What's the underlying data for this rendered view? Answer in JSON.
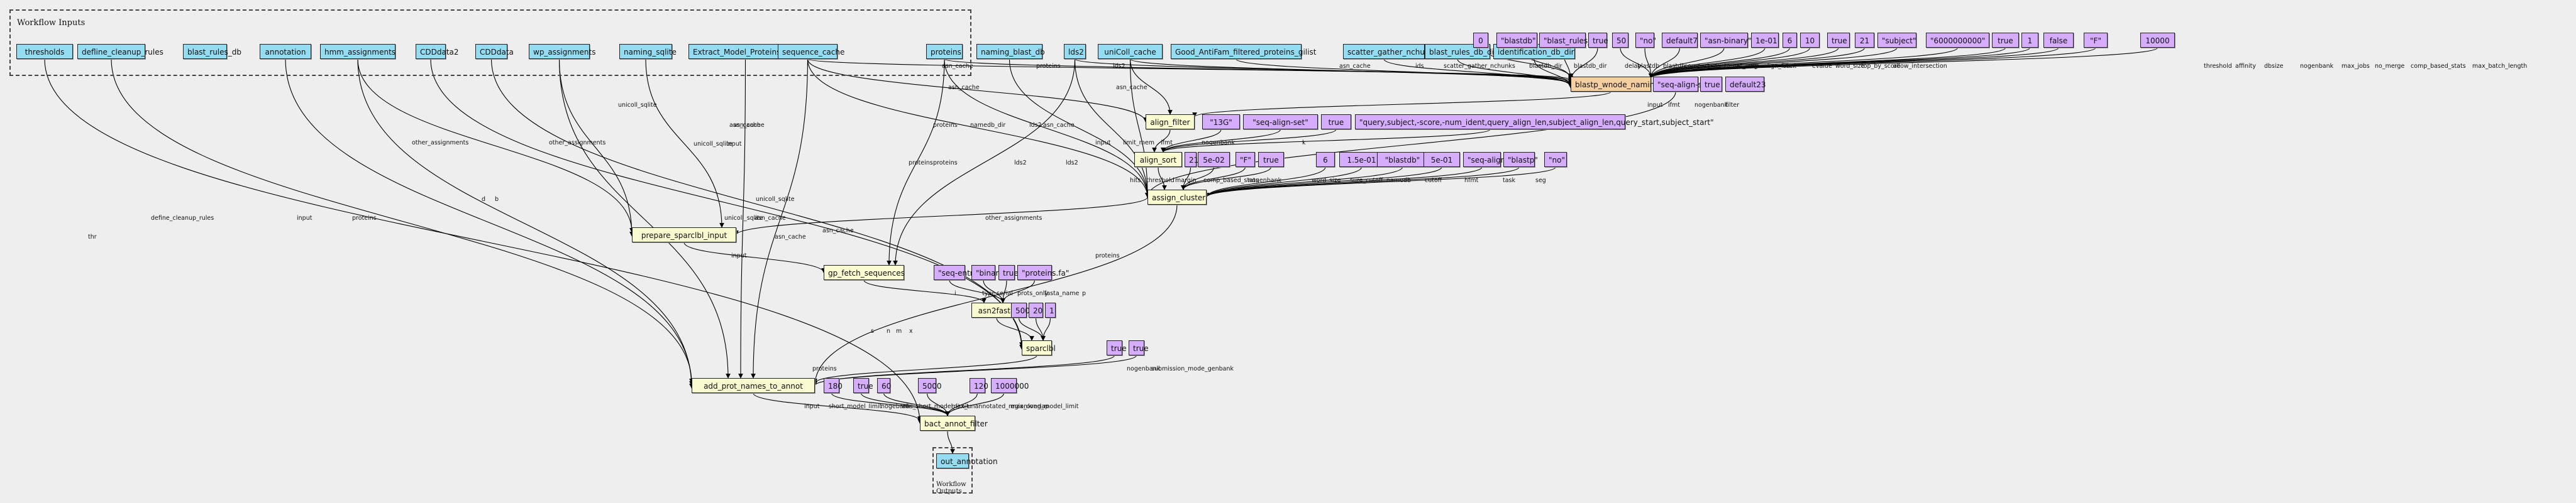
{
  "clusters": {
    "inputs_title": "Workflow Inputs",
    "outputs_title": "Workflow Outputs"
  },
  "workflow_inputs": [
    "thresholds",
    "defline_cleanup_rules",
    "blast_rules_db",
    "annotation",
    "hmm_assignments",
    "CDDdata2",
    "CDDdata",
    "wp_assignments",
    "naming_sqlite",
    "Extract_Model_Proteins_prot_ids",
    "sequence_cache",
    "proteins",
    "naming_blast_db",
    "lds2",
    "uniColl_cache",
    "Good_AntiFam_filtered_proteins_gilist",
    "scatter_gather_nchunks",
    "blast_rules_db_dir",
    "identification_db_dir"
  ],
  "workflow_outputs": [
    "out_annotation"
  ],
  "steps": {
    "blastp_wnode_naming": "blastp_wnode_naming",
    "align_filter": "align_filter",
    "align_sort": "align_sort",
    "assign_cluster": "assign_cluster",
    "prepare_sparclbl_input": "prepare_sparclbl_input",
    "gp_fetch_sequences": "gp_fetch_sequences",
    "asn2fasta": "asn2fasta",
    "sparclbl": "sparclbl",
    "add_prot_names_to_annot": "add_prot_names_to_annot",
    "bact_annot_filter": "bact_annot_filter"
  },
  "blastp_constants_top": [
    "0",
    "\"blastdb\"",
    "\"blast_rules_db\"",
    "true",
    "50",
    "\"no\"",
    "default7",
    "\"asn-binary\"",
    "1e-01",
    "6",
    "10",
    "true",
    "21",
    "\"subject\"",
    "\"6000000000\"",
    "true",
    "1",
    "false",
    "\"F\"",
    "10000"
  ],
  "blastp_constants_right": [
    "\"seq-align-set\"",
    "true",
    "default23"
  ],
  "align_filter_constants": [
    "\"13G\"",
    "\"seq-align-set\"",
    "true",
    "\"query,subject,-score,-num_ident,query_align_len,subject_align_len,query_start,subject_start\""
  ],
  "align_sort_constants": [
    "21",
    "5e-02",
    "\"F\"",
    "true"
  ],
  "assign_cluster_constants": [
    "6",
    "1.5e-01",
    "\"blastdb\"",
    "5e-01",
    "\"seq-align\"",
    "\"blastp\"",
    "\"no\""
  ],
  "asn2fasta_constants": [
    "\"seq-entry\"",
    "\"binary\"",
    "true",
    "\"proteins.fa\""
  ],
  "sparclbl_constants": [
    "500",
    "20",
    "1"
  ],
  "add_prot_constants": [
    "true",
    "true"
  ],
  "bact_filter_constants": [
    "180",
    "true",
    "60",
    "5000",
    "120",
    "1000000"
  ],
  "edge_labels": {
    "blastp": [
      "asn_cache",
      "proteins",
      "lds2",
      "asn_cache",
      "ids",
      "scatter_gather_nchunks",
      "blastdb_dir",
      "blastdb_dir",
      "delay",
      "blastdb",
      "blastdb",
      "compart",
      "max_target_seqs",
      "seg",
      "align_filter",
      "ofmt",
      "evalue",
      "word_size",
      "top_by_score",
      "allow_intersection",
      "threshold",
      "affinity",
      "dbsize",
      "nogenbank",
      "max_jobs",
      "no_merge",
      "comp_based_stats",
      "max_batch_length"
    ],
    "blastp_right": [
      "ifmt",
      "nogenbank",
      "filter"
    ],
    "align_filter": [
      "asn_cache",
      "asn_cache",
      "input"
    ],
    "align_sort": [
      "input",
      "limit_mem",
      "ifmt",
      "nogenbank",
      "k"
    ],
    "assign_cluster": [
      "hits",
      "threshold",
      "margin",
      "comp_based_stats",
      "nogenbank",
      "word_size",
      "sure_cutoff",
      "namedb",
      "cutoff",
      "hfmt",
      "task",
      "seg",
      "asn_cache",
      "proteins",
      "namedb_dir",
      "lds2",
      "asn_cache",
      "proteins",
      "lds2",
      "unicoll_sqlite",
      "input",
      "asn_cache"
    ],
    "prepare": [
      "other_assignments",
      "other_assignments",
      "unicoll_sqlite",
      "other_assignments",
      "unicoll_sqlite",
      "asn_cache"
    ],
    "gp_fetch": [
      "input",
      "asn_cache",
      "proteins",
      "lds2"
    ],
    "asn2fasta": [
      "i",
      "type",
      "serial",
      "prots_only",
      "fasta_name",
      "p"
    ],
    "sparclbl": [
      "s",
      "n",
      "m",
      "x",
      "d",
      "b"
    ],
    "add_prot": [
      "proteins",
      "proteins",
      "define_cleanup_rules",
      "input",
      "proteins",
      "nogenbank",
      "submission_mode_genbank",
      "asn_cache",
      "unicoll_sqlite"
    ],
    "bact_filter": [
      "thr",
      "input",
      "short_model_limit",
      "nogebank",
      "abs_short_model_limit",
      "max_unannotated_region",
      "max_overlap",
      "long_model_limit"
    ]
  }
}
